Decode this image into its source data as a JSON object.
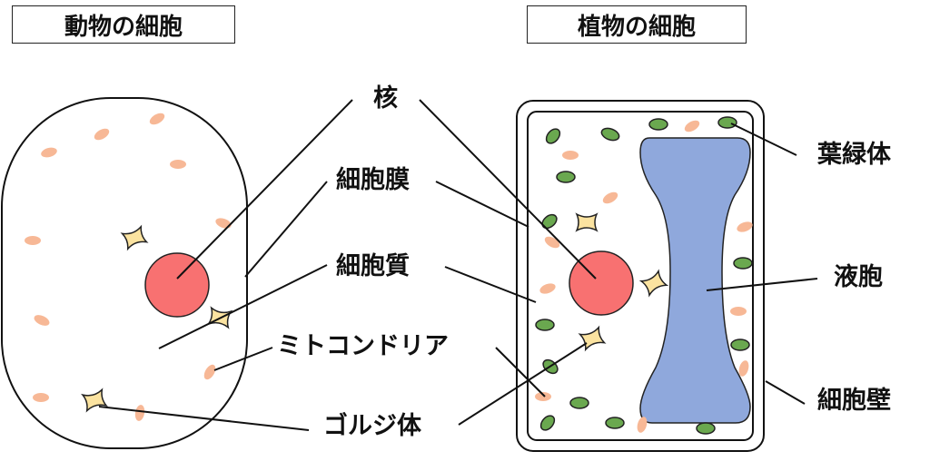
{
  "titles": {
    "animal": "動物の細胞",
    "plant": "植物の細胞"
  },
  "labels": {
    "nucleus": "核",
    "cell_membrane": "細胞膜",
    "cytoplasm": "細胞質",
    "mitochondria": "ミトコンドリア",
    "golgi": "ゴルジ体",
    "chloroplast": "葉緑体",
    "vacuole": "液胞",
    "cell_wall": "細胞壁"
  },
  "colors": {
    "nucleus": "#f87171",
    "mitochondria": "#f7b896",
    "golgi": "#fbe3a0",
    "chloroplast": "#6aa84f",
    "vacuole": "#8fa8dc",
    "outline": "#111111"
  }
}
